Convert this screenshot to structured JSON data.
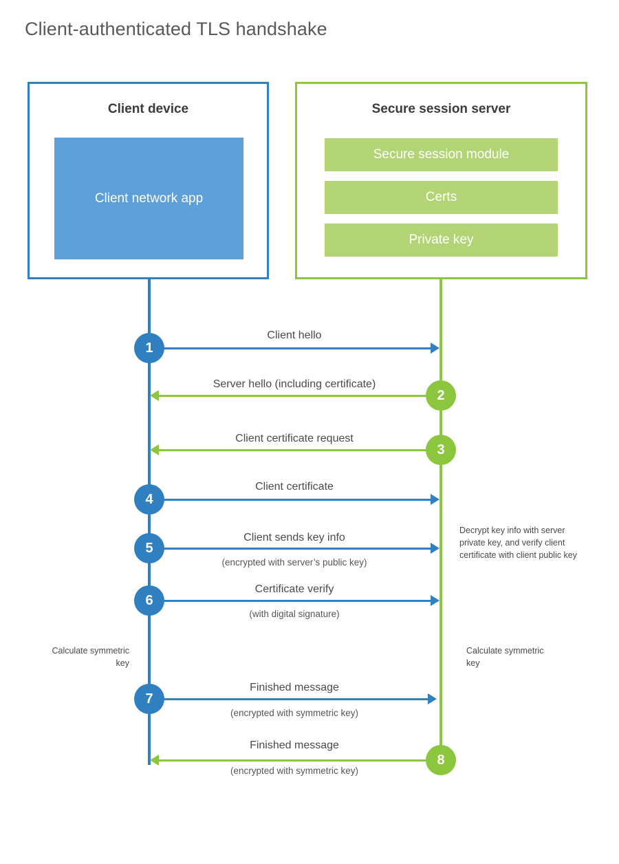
{
  "title": "Client-authenticated TLS handshake",
  "colors": {
    "client_blue": "#2f7fc1",
    "client_app_blue": "#5d9fd8",
    "server_green": "#8cc63e",
    "server_item_green": "#b2d474",
    "title_gray": "#59595b",
    "text_gray": "#4a4a4a",
    "background": "#ffffff"
  },
  "client": {
    "title": "Client device",
    "app_label": "Client network app"
  },
  "server": {
    "title": "Secure session server",
    "items": [
      {
        "label": "Secure session module"
      },
      {
        "label": "Certs"
      },
      {
        "label": "Private key"
      }
    ]
  },
  "steps": [
    {
      "number": "1",
      "label": "Client hello",
      "sublabel": "",
      "direction": "client-to-server",
      "color": "blue"
    },
    {
      "number": "2",
      "label": "Server hello (including certificate)",
      "sublabel": "",
      "direction": "server-to-client",
      "color": "green"
    },
    {
      "number": "3",
      "label": "Client certificate request",
      "sublabel": "",
      "direction": "server-to-client",
      "color": "green"
    },
    {
      "number": "4",
      "label": "Client certificate",
      "sublabel": "",
      "direction": "client-to-server",
      "color": "blue"
    },
    {
      "number": "5",
      "label": "Client sends key info",
      "sublabel": "(encrypted with server’s public key)",
      "direction": "client-to-server",
      "color": "blue"
    },
    {
      "number": "6",
      "label": "Certificate verify",
      "sublabel": "(with digital signature)",
      "direction": "client-to-server",
      "color": "blue"
    },
    {
      "number": "7",
      "label": "Finished message",
      "sublabel": "(encrypted with symmetric key)",
      "direction": "client-to-server",
      "color": "blue"
    },
    {
      "number": "8",
      "label": "Finished message",
      "sublabel": "(encrypted with symmetric key)",
      "direction": "server-to-client",
      "color": "green"
    }
  ],
  "notes": {
    "server_decrypt": "Decrypt key info with server private key, and verify client certificate with client public key",
    "client_calculate": "Calculate symmetric key",
    "server_calculate": "Calculate symmetric key"
  }
}
